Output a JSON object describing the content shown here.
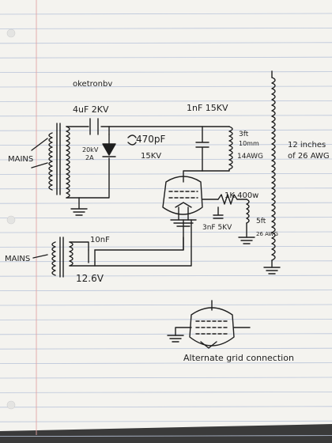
{
  "labels": {
    "author": "oketronbv",
    "cap_primary": "4uF 2KV",
    "cap_hv": "1nF 15KV",
    "mains_top": "MAINS",
    "mains_bottom": "MAINS",
    "diode_a": "20kV",
    "diode_b": "2A",
    "cap_diode_a": "470pF",
    "cap_diode_b": "15KV",
    "coil_a": "3ft",
    "coil_b": "10mm",
    "coil_wire": "14AWG",
    "secondary_a": "12 inches",
    "secondary_b": "of 26 AWG",
    "res_grid": "1K 400w",
    "cap_grid": "3nF 5KV",
    "feedback_a": "5ft",
    "feedback_b": "26 AWG",
    "cap_filament": "10nF",
    "filament_v": "12.6V",
    "caption": "Alternate grid connection"
  },
  "colors": {
    "paper": "#f4f3ef",
    "rule": "#b9c4d9",
    "margin": "#e2a4a4",
    "ink": "#1e1e1e"
  }
}
